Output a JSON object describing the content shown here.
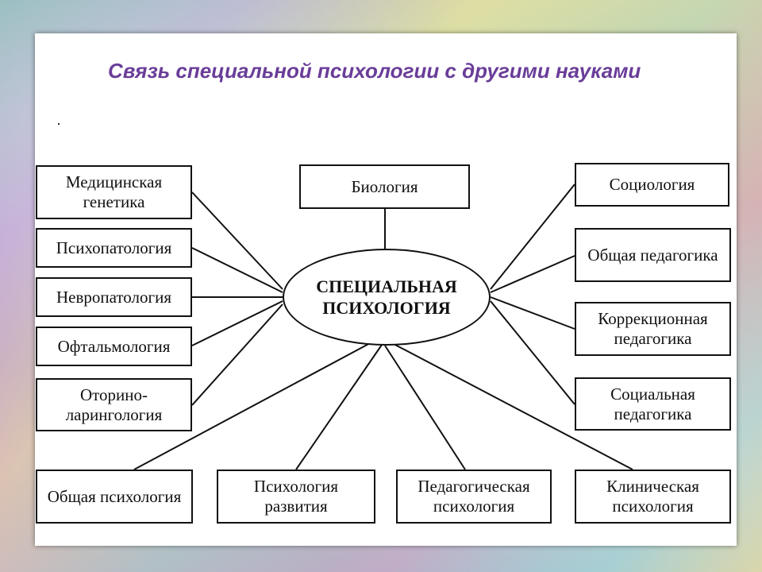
{
  "title": "Связь специальной психологии с другими науками",
  "center": "СПЕЦИАЛЬНАЯ ПСИХОЛОГИЯ",
  "nodes": {
    "biology": "Биология",
    "medical_genetics": "Медицинская генетика",
    "psychopathology": "Психопатология",
    "neuropathology": "Невропатология",
    "ophthalmology": "Офтальмология",
    "otorhinolaryngology": "Оторино-\nларингология",
    "sociology": "Социология",
    "general_pedagogy": "Общая педагогика",
    "correctional_pedagogy": "Коррекционная педагогика",
    "social_pedagogy": "Социальная педагогика",
    "general_psychology": "Общая психология",
    "developmental_psychology": "Психология развития",
    "pedagogical_psychology": "Педагогическая психология",
    "clinical_psychology": "Клиническая психология"
  }
}
